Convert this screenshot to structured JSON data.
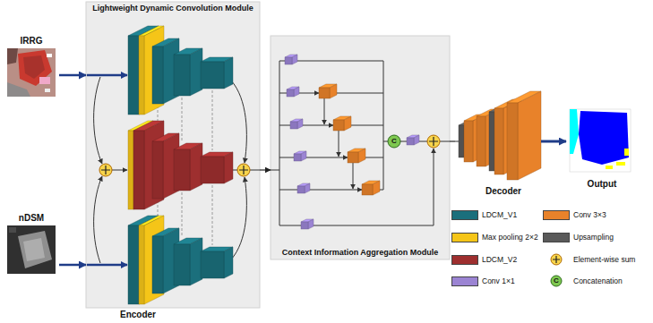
{
  "diagram": {
    "nodes": [
      {
        "text": [
          "IRRG"
        ]
      },
      {
        "text": [
          "nDSM"
        ]
      },
      {
        "text": [
          "Lightweight Dynamic Convolution Module",
          "Encoder"
        ]
      },
      {
        "text": [
          "Context Information Aggregation Module"
        ]
      },
      {
        "text": [
          "Decoder"
        ]
      },
      {
        "text": [
          "Output"
        ]
      }
    ],
    "edges": [
      {
        "from": 0,
        "to": 2,
        "arrow": "to"
      },
      {
        "from": 1,
        "to": 2,
        "arrow": "to"
      },
      {
        "from": 2,
        "to": 3,
        "arrow": "to"
      },
      {
        "from": 3,
        "to": 4,
        "arrow": "none"
      },
      {
        "from": 4,
        "to": 5,
        "arrow": "to"
      }
    ],
    "labels": [
      "C",
      "C"
    ],
    "legend": [
      {
        "text": "LDCM_V1",
        "color": "#1b6f7c"
      },
      {
        "text": "Conv 3×3",
        "color": "#e8822a"
      },
      {
        "text": "Max pooling 2×2",
        "color": "#f5c518"
      },
      {
        "text": "Upsampling",
        "color": "#5a5a5a"
      },
      {
        "text": "LDCM_V2",
        "color": "#9e2f2f"
      },
      {
        "text": "Element-wise sum"
      },
      {
        "text": "Conv 1×1",
        "color": "#9b84d3"
      },
      {
        "text": "Concatenation"
      }
    ]
  }
}
